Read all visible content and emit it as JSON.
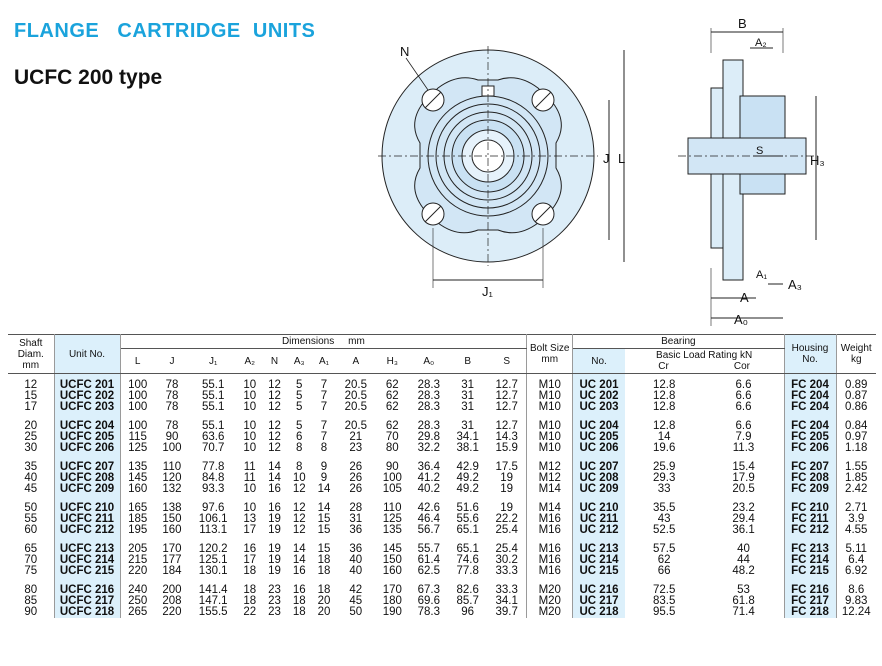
{
  "title": "FLANGE   CARTRIDGE  UNITS",
  "subtitle": "UCFC 200 type",
  "drawing_labels": {
    "N": "N",
    "J": "J",
    "L": "L",
    "J1": "J₁",
    "B": "B",
    "A2": "A₂",
    "S": "S",
    "H3": "H₃",
    "A1": "A₁",
    "A3": "A₃",
    "A": "A",
    "A0": "A₀"
  },
  "table": {
    "headers": {
      "shaft": "Shaft Diam. mm",
      "unit_no": "Unit  No.",
      "dimensions": "Dimensions",
      "dimensions_unit": "mm",
      "dim_cols": [
        "L",
        "J",
        "J₁",
        "A₂",
        "N",
        "A₃",
        "A₁",
        "A",
        "H₃",
        "A₀",
        "B",
        "S"
      ],
      "bolt": "Bolt Size mm",
      "bearing": "Bearing",
      "bearing_no": "No.",
      "load_rating": "Basic Load Rating  kN",
      "cr": "Cr",
      "cor": "Cor",
      "housing": "Housing No.",
      "weight": "Weight kg"
    },
    "rows": [
      {
        "d": "12",
        "unit": "UCFC 201",
        "L": "100",
        "J": "78",
        "J1": "55.1",
        "A2": "10",
        "N": "12",
        "A3": "5",
        "A1": "7",
        "A": "20.5",
        "H3": "62",
        "A0": "28.3",
        "B": "31",
        "S": "12.7",
        "bolt": "M10",
        "brg": "UC 201",
        "cr": "12.8",
        "cor": "6.6",
        "hsg": "FC 204",
        "kg": "0.89"
      },
      {
        "d": "15",
        "unit": "UCFC 202",
        "L": "100",
        "J": "78",
        "J1": "55.1",
        "A2": "10",
        "N": "12",
        "A3": "5",
        "A1": "7",
        "A": "20.5",
        "H3": "62",
        "A0": "28.3",
        "B": "31",
        "S": "12.7",
        "bolt": "M10",
        "brg": "UC 202",
        "cr": "12.8",
        "cor": "6.6",
        "hsg": "FC 204",
        "kg": "0.87"
      },
      {
        "d": "17",
        "unit": "UCFC 203",
        "L": "100",
        "J": "78",
        "J1": "55.1",
        "A2": "10",
        "N": "12",
        "A3": "5",
        "A1": "7",
        "A": "20.5",
        "H3": "62",
        "A0": "28.3",
        "B": "31",
        "S": "12.7",
        "bolt": "M10",
        "brg": "UC 203",
        "cr": "12.8",
        "cor": "6.6",
        "hsg": "FC 204",
        "kg": "0.86"
      },
      {
        "d": "20",
        "unit": "UCFC 204",
        "L": "100",
        "J": "78",
        "J1": "55.1",
        "A2": "10",
        "N": "12",
        "A3": "5",
        "A1": "7",
        "A": "20.5",
        "H3": "62",
        "A0": "28.3",
        "B": "31",
        "S": "12.7",
        "bolt": "M10",
        "brg": "UC 204",
        "cr": "12.8",
        "cor": "6.6",
        "hsg": "FC 204",
        "kg": "0.84"
      },
      {
        "d": "25",
        "unit": "UCFC 205",
        "L": "115",
        "J": "90",
        "J1": "63.6",
        "A2": "10",
        "N": "12",
        "A3": "6",
        "A1": "7",
        "A": "21",
        "H3": "70",
        "A0": "29.8",
        "B": "34.1",
        "S": "14.3",
        "bolt": "M10",
        "brg": "UC 205",
        "cr": "14",
        "cor": "7.9",
        "hsg": "FC 205",
        "kg": "0.97"
      },
      {
        "d": "30",
        "unit": "UCFC 206",
        "L": "125",
        "J": "100",
        "J1": "70.7",
        "A2": "10",
        "N": "12",
        "A3": "8",
        "A1": "8",
        "A": "23",
        "H3": "80",
        "A0": "32.2",
        "B": "38.1",
        "S": "15.9",
        "bolt": "M10",
        "brg": "UC 206",
        "cr": "19.6",
        "cor": "11.3",
        "hsg": "FC 206",
        "kg": "1.18"
      },
      {
        "d": "35",
        "unit": "UCFC 207",
        "L": "135",
        "J": "110",
        "J1": "77.8",
        "A2": "11",
        "N": "14",
        "A3": "8",
        "A1": "9",
        "A": "26",
        "H3": "90",
        "A0": "36.4",
        "B": "42.9",
        "S": "17.5",
        "bolt": "M12",
        "brg": "UC 207",
        "cr": "25.9",
        "cor": "15.4",
        "hsg": "FC 207",
        "kg": "1.55"
      },
      {
        "d": "40",
        "unit": "UCFC 208",
        "L": "145",
        "J": "120",
        "J1": "84.8",
        "A2": "11",
        "N": "14",
        "A3": "10",
        "A1": "9",
        "A": "26",
        "H3": "100",
        "A0": "41.2",
        "B": "49.2",
        "S": "19",
        "bolt": "M12",
        "brg": "UC 208",
        "cr": "29.3",
        "cor": "17.9",
        "hsg": "FC 208",
        "kg": "1.85"
      },
      {
        "d": "45",
        "unit": "UCFC 209",
        "L": "160",
        "J": "132",
        "J1": "93.3",
        "A2": "10",
        "N": "16",
        "A3": "12",
        "A1": "14",
        "A": "26",
        "H3": "105",
        "A0": "40.2",
        "B": "49.2",
        "S": "19",
        "bolt": "M14",
        "brg": "UC 209",
        "cr": "33",
        "cor": "20.5",
        "hsg": "FC 209",
        "kg": "2.42"
      },
      {
        "d": "50",
        "unit": "UCFC 210",
        "L": "165",
        "J": "138",
        "J1": "97.6",
        "A2": "10",
        "N": "16",
        "A3": "12",
        "A1": "14",
        "A": "28",
        "H3": "110",
        "A0": "42.6",
        "B": "51.6",
        "S": "19",
        "bolt": "M14",
        "brg": "UC 210",
        "cr": "35.5",
        "cor": "23.2",
        "hsg": "FC 210",
        "kg": "2.71"
      },
      {
        "d": "55",
        "unit": "UCFC 211",
        "L": "185",
        "J": "150",
        "J1": "106.1",
        "A2": "13",
        "N": "19",
        "A3": "12",
        "A1": "15",
        "A": "31",
        "H3": "125",
        "A0": "46.4",
        "B": "55.6",
        "S": "22.2",
        "bolt": "M16",
        "brg": "UC 211",
        "cr": "43",
        "cor": "29.4",
        "hsg": "FC 211",
        "kg": "3.9"
      },
      {
        "d": "60",
        "unit": "UCFC 212",
        "L": "195",
        "J": "160",
        "J1": "113.1",
        "A2": "17",
        "N": "19",
        "A3": "12",
        "A1": "15",
        "A": "36",
        "H3": "135",
        "A0": "56.7",
        "B": "65.1",
        "S": "25.4",
        "bolt": "M16",
        "brg": "UC 212",
        "cr": "52.5",
        "cor": "36.1",
        "hsg": "FC 212",
        "kg": "4.55"
      },
      {
        "d": "65",
        "unit": "UCFC 213",
        "L": "205",
        "J": "170",
        "J1": "120.2",
        "A2": "16",
        "N": "19",
        "A3": "14",
        "A1": "15",
        "A": "36",
        "H3": "145",
        "A0": "55.7",
        "B": "65.1",
        "S": "25.4",
        "bolt": "M16",
        "brg": "UC 213",
        "cr": "57.5",
        "cor": "40",
        "hsg": "FC 213",
        "kg": "5.11"
      },
      {
        "d": "70",
        "unit": "UCFC 214",
        "L": "215",
        "J": "177",
        "J1": "125.1",
        "A2": "17",
        "N": "19",
        "A3": "14",
        "A1": "18",
        "A": "40",
        "H3": "150",
        "A0": "61.4",
        "B": "74.6",
        "S": "30.2",
        "bolt": "M16",
        "brg": "UC 214",
        "cr": "62",
        "cor": "44",
        "hsg": "FC 214",
        "kg": "6.4"
      },
      {
        "d": "75",
        "unit": "UCFC 215",
        "L": "220",
        "J": "184",
        "J1": "130.1",
        "A2": "18",
        "N": "19",
        "A3": "16",
        "A1": "18",
        "A": "40",
        "H3": "160",
        "A0": "62.5",
        "B": "77.8",
        "S": "33.3",
        "bolt": "M16",
        "brg": "UC 215",
        "cr": "66",
        "cor": "48.2",
        "hsg": "FC 215",
        "kg": "6.92"
      },
      {
        "d": "80",
        "unit": "UCFC 216",
        "L": "240",
        "J": "200",
        "J1": "141.4",
        "A2": "18",
        "N": "23",
        "A3": "16",
        "A1": "18",
        "A": "42",
        "H3": "170",
        "A0": "67.3",
        "B": "82.6",
        "S": "33.3",
        "bolt": "M20",
        "brg": "UC 216",
        "cr": "72.5",
        "cor": "53",
        "hsg": "FC 216",
        "kg": "8.6"
      },
      {
        "d": "85",
        "unit": "UCFC 217",
        "L": "250",
        "J": "208",
        "J1": "147.1",
        "A2": "18",
        "N": "23",
        "A3": "18",
        "A1": "20",
        "A": "45",
        "H3": "180",
        "A0": "69.6",
        "B": "85.7",
        "S": "34.1",
        "bolt": "M20",
        "brg": "UC 217",
        "cr": "83.5",
        "cor": "61.8",
        "hsg": "FC 217",
        "kg": "9.83"
      },
      {
        "d": "90",
        "unit": "UCFC 218",
        "L": "265",
        "J": "220",
        "J1": "155.5",
        "A2": "22",
        "N": "23",
        "A3": "18",
        "A1": "20",
        "A": "50",
        "H3": "190",
        "A0": "78.3",
        "B": "96",
        "S": "39.7",
        "bolt": "M20",
        "brg": "UC 218",
        "cr": "95.5",
        "cor": "71.4",
        "hsg": "FC 218",
        "kg": "12.24"
      }
    ]
  }
}
